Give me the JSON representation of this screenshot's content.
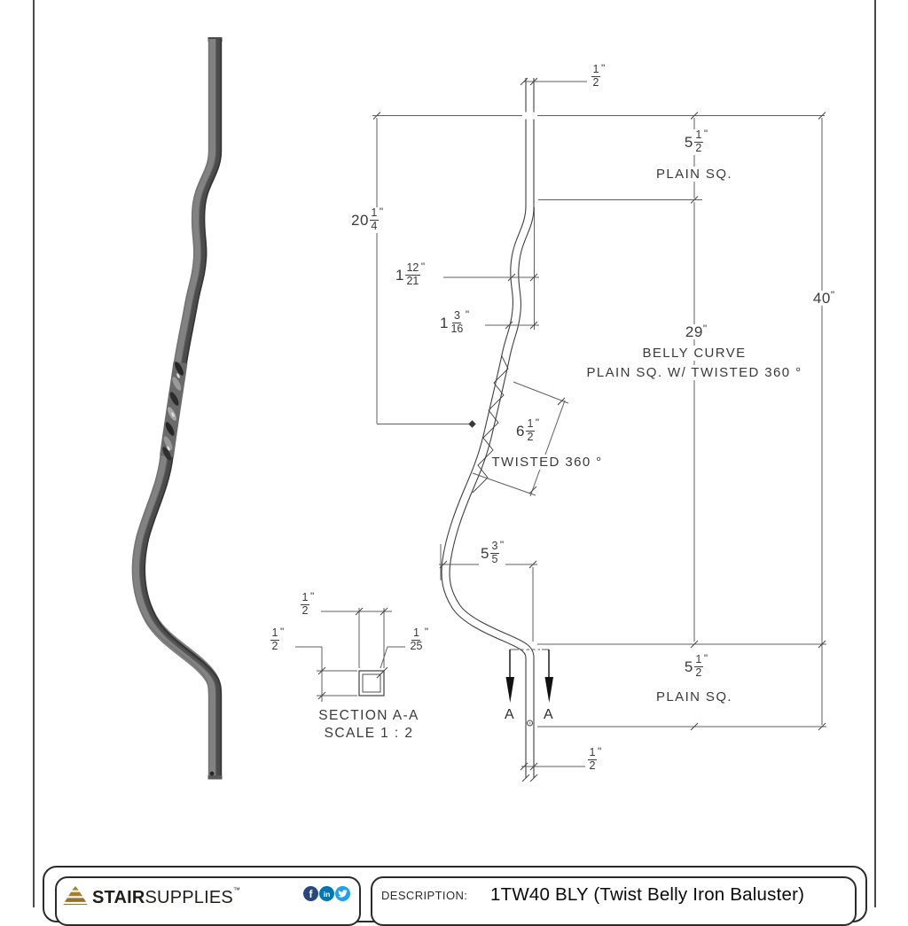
{
  "page": {
    "background": "#ffffff",
    "line_color": "#4a4a4a"
  },
  "drawing": {
    "dims": {
      "top_offset": {
        "whole": "",
        "num": "1",
        "den": "2",
        "unit": "\""
      },
      "top_plain_len": {
        "whole": "5",
        "num": "1",
        "den": "2",
        "unit": "\""
      },
      "top_plain_label": "PLAIN SQ.",
      "upper_len": {
        "whole": "20",
        "num": "1",
        "den": "4",
        "unit": "\""
      },
      "wave1": {
        "whole": "1",
        "num": "12",
        "den": "21",
        "unit": "\""
      },
      "wave2": {
        "whole": "1",
        "num": "3",
        "den": "16",
        "unit": "\""
      },
      "overall": {
        "whole": "40",
        "num": "",
        "den": "",
        "unit": "\""
      },
      "belly_len": {
        "whole": "29",
        "num": "",
        "den": "",
        "unit": "\""
      },
      "belly_line1": "BELLY CURVE",
      "belly_line2": "PLAIN SQ. W/ TWISTED 360 °",
      "twist_len": {
        "whole": "6",
        "num": "1",
        "den": "2",
        "unit": "\""
      },
      "twist_label": "TWISTED 360 °",
      "belly_depth": {
        "whole": "5",
        "num": "3",
        "den": "5",
        "unit": "\""
      },
      "bottom_plain_len": {
        "whole": "5",
        "num": "1",
        "den": "2",
        "unit": "\""
      },
      "bottom_plain_label": "PLAIN SQ.",
      "bottom_offset": {
        "whole": "",
        "num": "1",
        "den": "2",
        "unit": "\""
      }
    },
    "section": {
      "title": "SECTION A-A",
      "scale": "SCALE 1 : 2",
      "dim_top": {
        "whole": "",
        "num": "1",
        "den": "2",
        "unit": "\""
      },
      "dim_left": {
        "whole": "",
        "num": "1",
        "den": "2",
        "unit": "\""
      },
      "dim_wall": {
        "whole": "",
        "num": "1",
        "den": "25",
        "unit": "\""
      },
      "marker_left": "A",
      "marker_right": "A"
    }
  },
  "footer": {
    "brand_bold": "STAIR",
    "brand_light": "SUPPLIES",
    "brand_tm": "™",
    "logo_gold": "#A5812E",
    "social": [
      {
        "name": "facebook",
        "glyph": "f",
        "color": "#29477F"
      },
      {
        "name": "linkedin",
        "glyph": "in",
        "color": "#0077B5"
      },
      {
        "name": "twitter",
        "glyph": "",
        "color": "#1DA1F2"
      }
    ],
    "description_label": "DESCRIPTION:",
    "description_value": "1TW40 BLY (Twist Belly Iron Baluster)"
  }
}
